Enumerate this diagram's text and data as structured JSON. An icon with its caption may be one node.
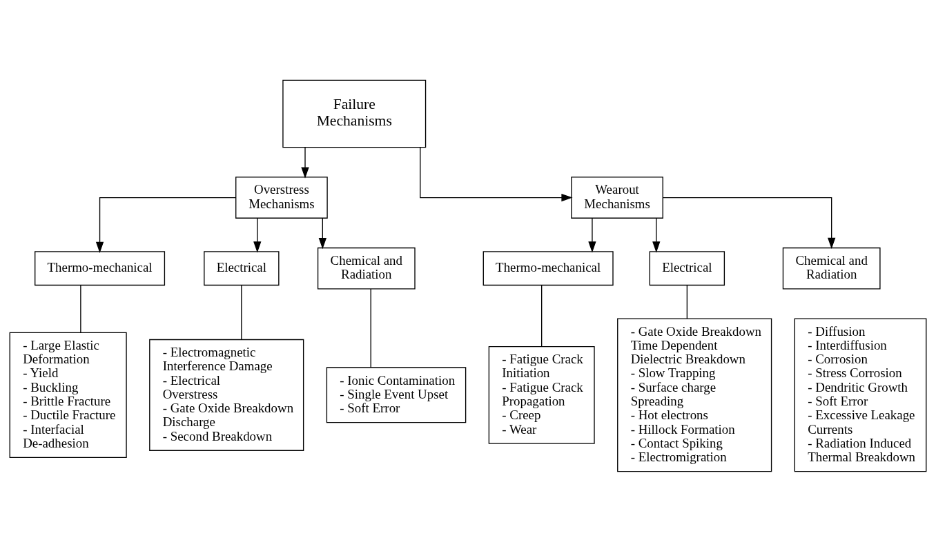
{
  "diagram": {
    "nodes": [
      {
        "text": [
          "Failure Mechanisms"
        ]
      },
      {
        "text": [
          "Overstress Mechanisms"
        ]
      },
      {
        "text": [
          "Wearout Mechanisms"
        ]
      },
      {
        "text": [
          "Thermo-mechanical"
        ]
      },
      {
        "text": [
          "Electrical"
        ]
      },
      {
        "text": [
          "Chemical and Radiation"
        ]
      },
      {
        "text": [
          "- Large Elastic Deformation",
          "- Yield",
          "- Buckling",
          "- Brittle Fracture",
          "- Ductile Fracture",
          "- Interfacial De-adhesion"
        ]
      },
      {
        "text": [
          "- Electromagnetic Interference Damage",
          "- Electrical Overstress",
          "- Gate Oxide Breakdown Discharge",
          "- Second Breakdown"
        ]
      },
      {
        "text": [
          "- Ionic Contamination",
          "- Single Event Upset",
          "- Soft Error"
        ]
      },
      {
        "text": [
          "Thermo-mechanical"
        ]
      },
      {
        "text": [
          "Electrical"
        ]
      },
      {
        "text": [
          "Chemical and Radiation"
        ]
      },
      {
        "text": [
          "- Fatigue Crack Initiation",
          "- Fatigue Crack Propagation",
          "- Creep",
          "- Wear"
        ]
      },
      {
        "text": [
          "- Gate Oxide Breakdown Time Dependent Dielectric Breakdown",
          "- Slow Trapping",
          "- Surface charge Spreading",
          "- Hot electrons",
          "- Hillock Formation",
          "- Contact Spiking",
          "- Electromigration"
        ]
      },
      {
        "text": [
          "- Diffusion",
          "- Interdiffusion",
          "- Corrosion",
          "- Stress Corrosion",
          "- Dendritic Growth",
          "- Soft Error",
          "- Excessive Leakage Currents",
          "- Radiation Induced Thermal Breakdown"
        ]
      }
    ],
    "edges": [
      {
        "from": 0,
        "to": 1,
        "arrow": "to"
      },
      {
        "from": 0,
        "to": 2,
        "arrow": "to"
      },
      {
        "from": 1,
        "to": 3,
        "arrow": "to"
      },
      {
        "from": 1,
        "to": 4,
        "arrow": "to"
      },
      {
        "from": 1,
        "to": 5,
        "arrow": "to"
      },
      {
        "from": 2,
        "to": 9,
        "arrow": "to"
      },
      {
        "from": 2,
        "to": 10,
        "arrow": "to"
      },
      {
        "from": 2,
        "to": 11,
        "arrow": "to"
      },
      {
        "from": 3,
        "to": 6,
        "arrow": "none"
      },
      {
        "from": 4,
        "to": 7,
        "arrow": "none"
      },
      {
        "from": 5,
        "to": 8,
        "arrow": "none"
      },
      {
        "from": 9,
        "to": 12,
        "arrow": "none"
      },
      {
        "from": 10,
        "to": 13,
        "arrow": "none"
      }
    ]
  }
}
